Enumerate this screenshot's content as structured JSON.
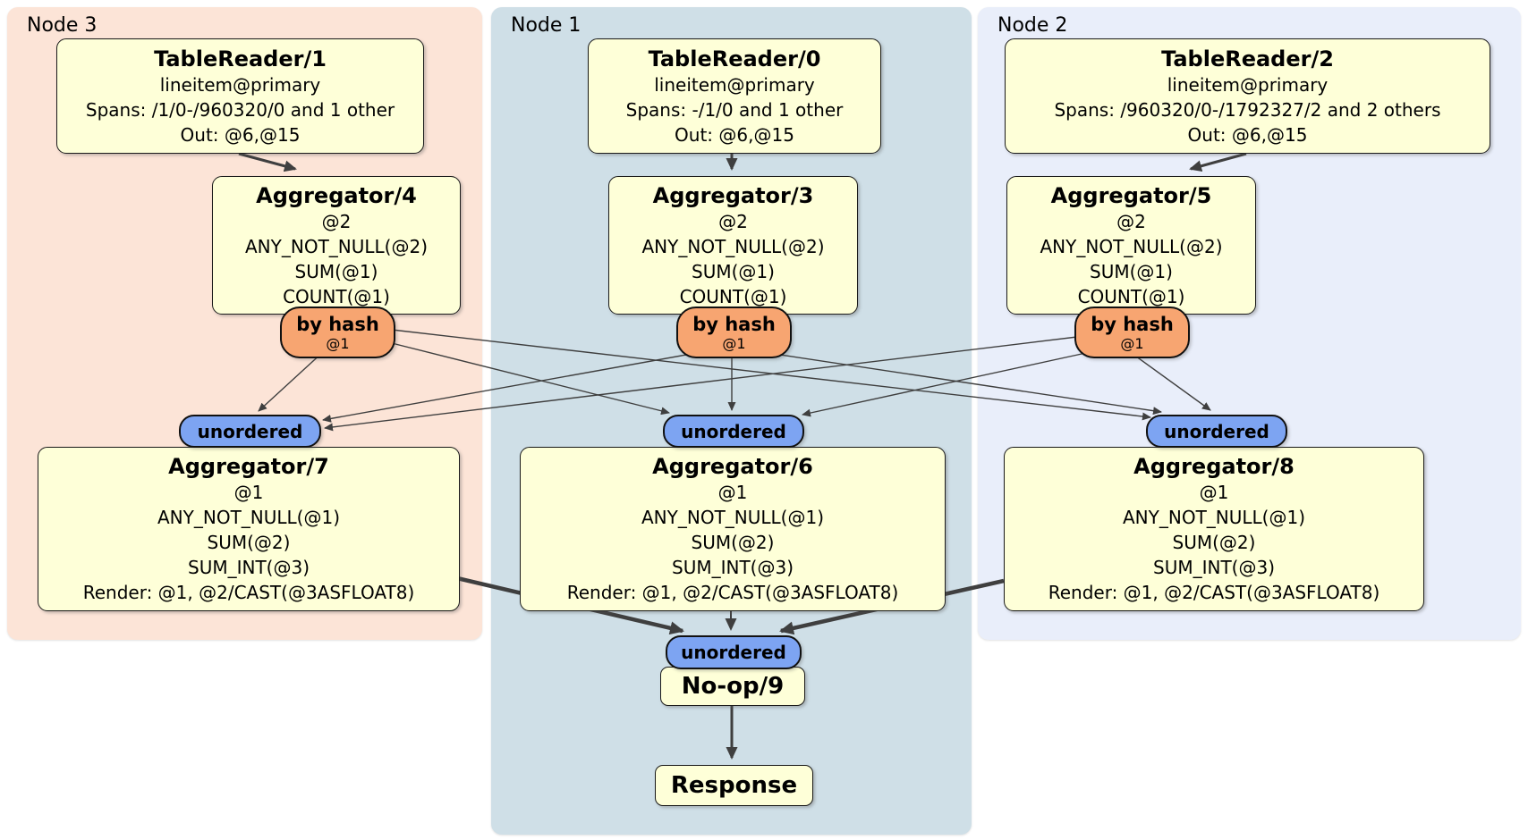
{
  "groups": {
    "node3": {
      "label": "Node 3"
    },
    "node1": {
      "label": "Node 1"
    },
    "node2": {
      "label": "Node 2"
    }
  },
  "processors": {
    "tr1": {
      "title": "TableReader/1",
      "lines": [
        "lineitem@primary",
        "Spans: /1/0-/960320/0 and 1 other",
        "Out: @6,@15"
      ]
    },
    "tr0": {
      "title": "TableReader/0",
      "lines": [
        "lineitem@primary",
        "Spans: -/1/0 and 1 other",
        "Out: @6,@15"
      ]
    },
    "tr2": {
      "title": "TableReader/2",
      "lines": [
        "lineitem@primary",
        "Spans: /960320/0-/1792327/2 and 2 others",
        "Out: @6,@15"
      ]
    },
    "agg4": {
      "title": "Aggregator/4",
      "lines": [
        "@2",
        "ANY_NOT_NULL(@2)",
        "SUM(@1)",
        "COUNT(@1)"
      ]
    },
    "agg3": {
      "title": "Aggregator/3",
      "lines": [
        "@2",
        "ANY_NOT_NULL(@2)",
        "SUM(@1)",
        "COUNT(@1)"
      ]
    },
    "agg5": {
      "title": "Aggregator/5",
      "lines": [
        "@2",
        "ANY_NOT_NULL(@2)",
        "SUM(@1)",
        "COUNT(@1)"
      ]
    },
    "agg7": {
      "title": "Aggregator/7",
      "lines": [
        "@1",
        "ANY_NOT_NULL(@1)",
        "SUM(@2)",
        "SUM_INT(@3)",
        "Render: @1, @2/CAST(@3ASFLOAT8)"
      ]
    },
    "agg6": {
      "title": "Aggregator/6",
      "lines": [
        "@1",
        "ANY_NOT_NULL(@1)",
        "SUM(@2)",
        "SUM_INT(@3)",
        "Render: @1, @2/CAST(@3ASFLOAT8)"
      ]
    },
    "agg8": {
      "title": "Aggregator/8",
      "lines": [
        "@1",
        "ANY_NOT_NULL(@1)",
        "SUM(@2)",
        "SUM_INT(@3)",
        "Render: @1, @2/CAST(@3ASFLOAT8)"
      ]
    },
    "noop": {
      "title": "No-op/9"
    },
    "response": {
      "title": "Response"
    }
  },
  "router": {
    "label": "by hash",
    "detail": "@1"
  },
  "sync": {
    "label": "unordered"
  },
  "edges": [
    {
      "from": "TableReader/1",
      "to": "Aggregator/4",
      "weight": "medium"
    },
    {
      "from": "TableReader/0",
      "to": "Aggregator/3",
      "weight": "medium"
    },
    {
      "from": "TableReader/2",
      "to": "Aggregator/5",
      "weight": "medium"
    },
    {
      "from": "by hash (Aggregator/4)",
      "to": "unordered (Aggregator/7)",
      "weight": "thin"
    },
    {
      "from": "by hash (Aggregator/4)",
      "to": "unordered (Aggregator/6)",
      "weight": "thin"
    },
    {
      "from": "by hash (Aggregator/4)",
      "to": "unordered (Aggregator/8)",
      "weight": "thin"
    },
    {
      "from": "by hash (Aggregator/3)",
      "to": "unordered (Aggregator/7)",
      "weight": "thin"
    },
    {
      "from": "by hash (Aggregator/3)",
      "to": "unordered (Aggregator/6)",
      "weight": "thin"
    },
    {
      "from": "by hash (Aggregator/3)",
      "to": "unordered (Aggregator/8)",
      "weight": "thin"
    },
    {
      "from": "by hash (Aggregator/5)",
      "to": "unordered (Aggregator/7)",
      "weight": "thin"
    },
    {
      "from": "by hash (Aggregator/5)",
      "to": "unordered (Aggregator/6)",
      "weight": "thin"
    },
    {
      "from": "by hash (Aggregator/5)",
      "to": "unordered (Aggregator/8)",
      "weight": "thin"
    },
    {
      "from": "Aggregator/7",
      "to": "unordered (No-op/9)",
      "weight": "thick"
    },
    {
      "from": "Aggregator/6",
      "to": "unordered (No-op/9)",
      "weight": "thin"
    },
    {
      "from": "Aggregator/8",
      "to": "unordered (No-op/9)",
      "weight": "thick"
    },
    {
      "from": "No-op/9",
      "to": "Response",
      "weight": "medium"
    }
  ],
  "colors": {
    "region_node3": "#fce4d7",
    "region_node1": "#cfdfe7",
    "region_node2": "#e9eefa",
    "processor_fill": "#feffd8",
    "router_fill": "#f7a571",
    "sync_fill": "#7da4f2",
    "edge": "#3f3f3f",
    "border": "#111111"
  }
}
